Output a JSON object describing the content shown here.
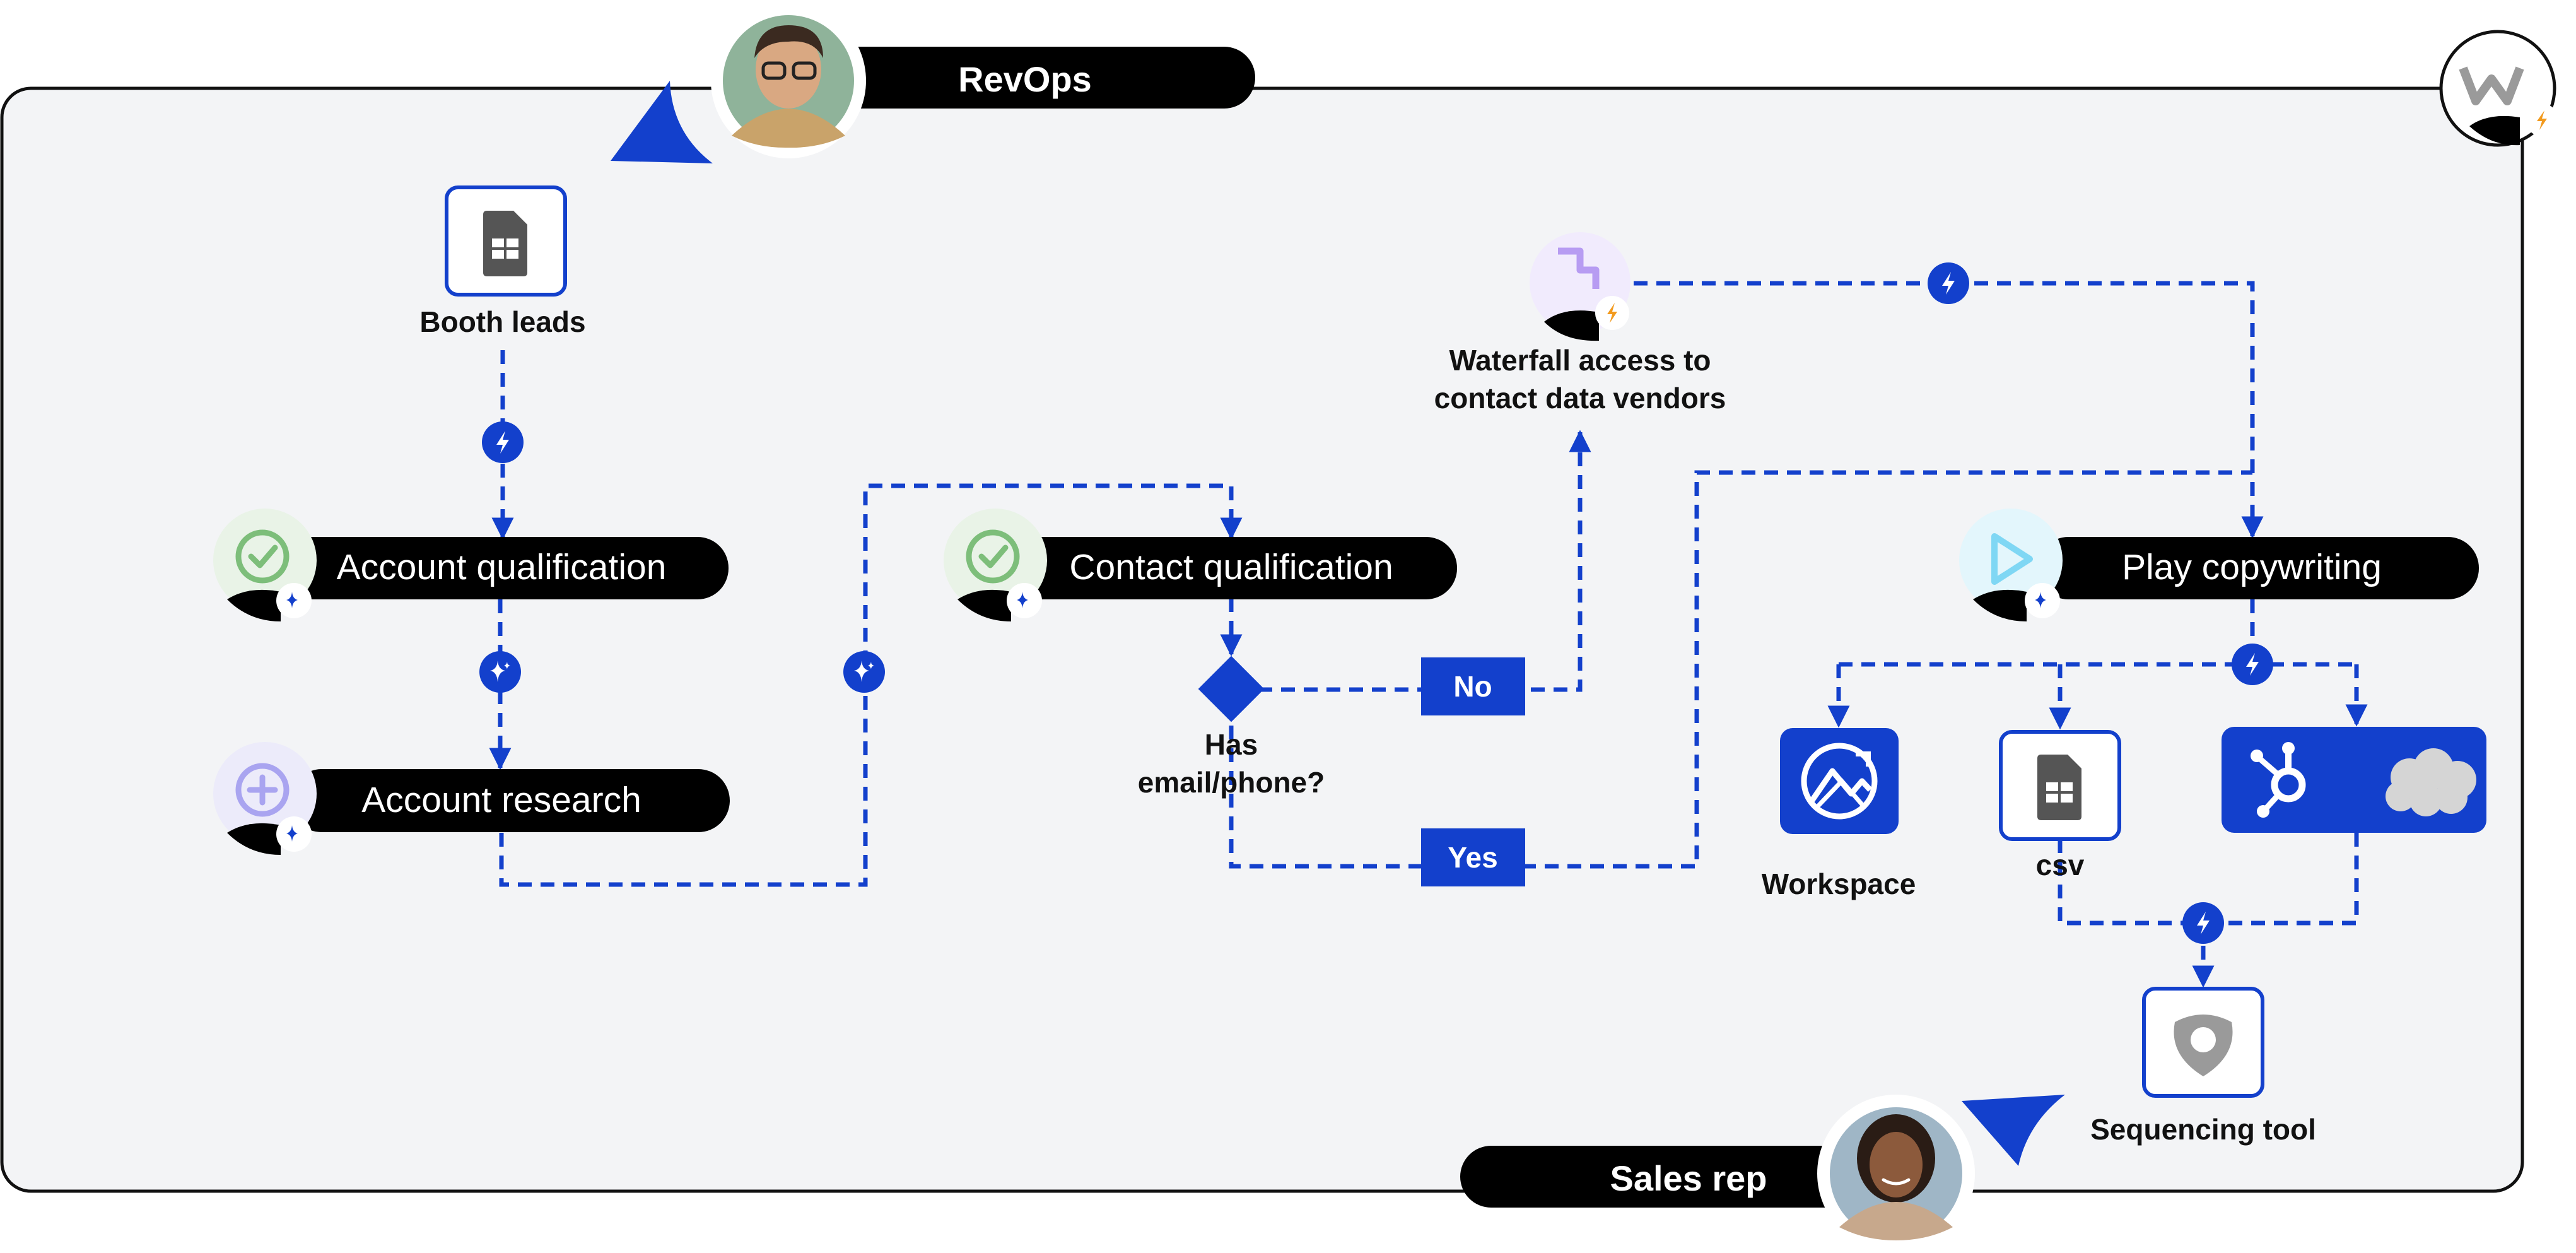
{
  "colors": {
    "accent_blue": "#1340CC",
    "dark": "#000000",
    "panel_bg": "#F3F4F6",
    "panel_border": "#111111",
    "sheet_gray": "#555555",
    "check_green": "#7DBE7A",
    "bolt_orange": "#F29A1E",
    "light_purple": "#B79CF2",
    "light_blue": "#7FD7F4"
  },
  "actors": {
    "top": {
      "label": "RevOps",
      "icon": "person-avatar"
    },
    "bottom": {
      "label": "Sales rep",
      "icon": "person-avatar"
    }
  },
  "nodes": {
    "booth_leads": {
      "label": "Booth leads",
      "icon": "sheet-icon"
    },
    "account_qualification": {
      "label": "Account qualification",
      "icon": "check-circle-icon"
    },
    "account_research": {
      "label": "Account research",
      "icon": "plus-circle-icon"
    },
    "contact_qualification": {
      "label": "Contact qualification",
      "icon": "check-circle-icon"
    },
    "decision": {
      "line1": "Has",
      "line2": "email/phone?",
      "icon": "diamond"
    },
    "no_label": "No",
    "yes_label": "Yes",
    "waterfall": {
      "line1": "Waterfall access to",
      "line2": "contact data vendors",
      "icon": "waterfall-icon"
    },
    "play_copywriting": {
      "label": "Play copywriting",
      "icon": "play-icon"
    },
    "workspace": {
      "label": "Workspace",
      "icon": "workspace-icon"
    },
    "csv": {
      "label": "csv",
      "icon": "sheet-icon"
    },
    "crm": {
      "icons": [
        "hubspot-icon",
        "salesforce-cloud-icon"
      ]
    },
    "sequencing": {
      "label": "Sequencing tool",
      "icon": "sequencer-icon"
    }
  },
  "connector_icons": [
    "bolt-icon",
    "sparkle-icon"
  ],
  "brand_icon": "clay-logo-icon"
}
